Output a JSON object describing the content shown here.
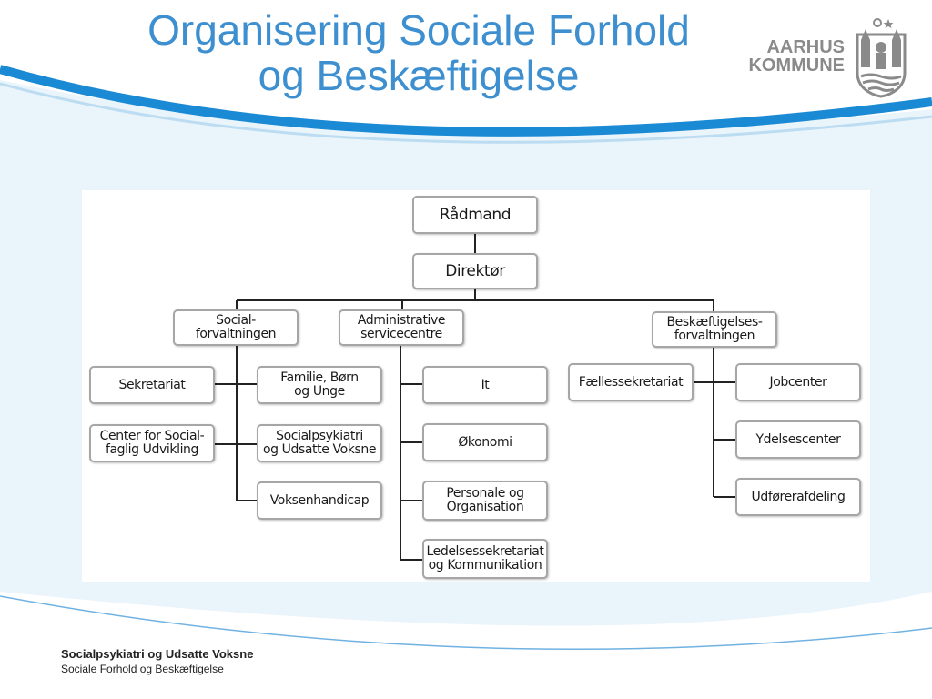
{
  "title": {
    "line1": "Organisering Sociale Forhold",
    "line2": "og Beskæftigelse"
  },
  "logo": {
    "line1": "AARHUS",
    "line2": "KOMMUNE",
    "icon": "city-crest-icon"
  },
  "org_chart": {
    "top": {
      "raadmand": "Rådmand",
      "direktoer": "Direktør"
    },
    "socialforvaltningen": {
      "label": "Social-\nforvaltningen",
      "staff": [
        "Sekretariat",
        "Center for Social-\nfaglig Udvikling"
      ],
      "units": [
        "Familie, Børn\nog Unge",
        "Socialpsykiatri\nog Udsatte Voksne",
        "Voksenhandicap"
      ]
    },
    "administrative": {
      "label": "Administrative\nservicecentre",
      "units": [
        "It",
        "Økonomi",
        "Personale og\nOrganisation",
        "Ledelsessekretariat\nog Kommunikation"
      ]
    },
    "beskaeftigelse": {
      "label": "Beskæftigelses-\nforvaltningen",
      "staff": [
        "Fællessekretariat"
      ],
      "units": [
        "Jobcenter",
        "Ydelsescenter",
        "Udførerafdeling"
      ]
    }
  },
  "footer": {
    "line1": "Socialpsykiatri og Udsatte Voksne",
    "line2": "Sociale Forhold og Beskæftigelse"
  },
  "colors": {
    "title": "#3d8fd0",
    "swoosh": "#1a8ad4",
    "background_tint": "#eaf4fb",
    "box_border": "#a6a6a6",
    "logo_gray": "#8a8a8a"
  }
}
